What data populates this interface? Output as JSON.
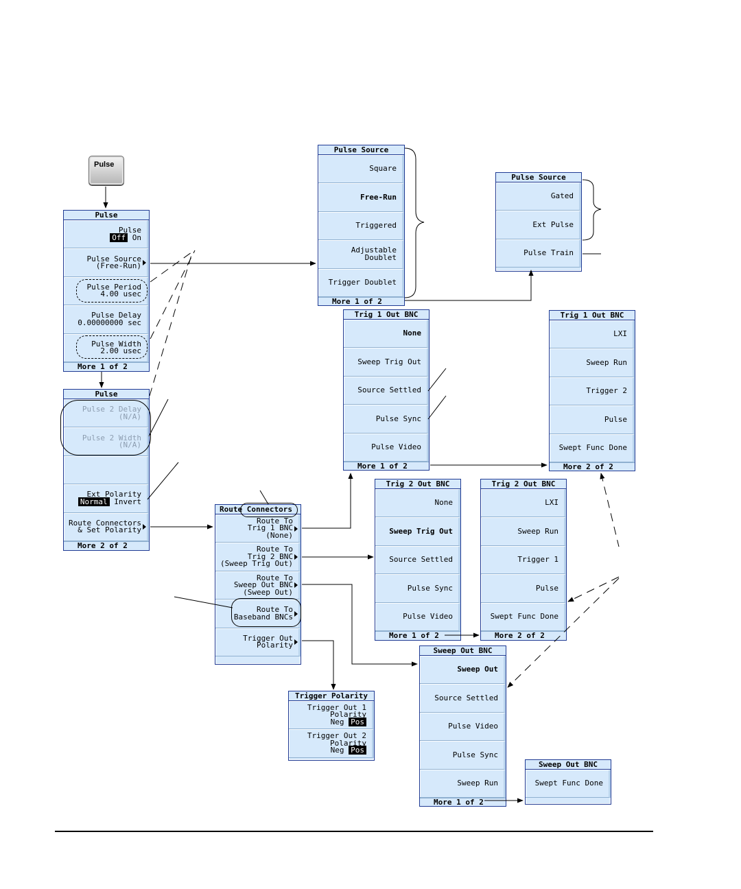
{
  "hardware_key": {
    "label": "Pulse"
  },
  "menus": {
    "pulse1": {
      "title": "Pulse",
      "keys": [
        {
          "lines": [
            "Pulse"
          ],
          "toggle": [
            "Off",
            "On"
          ],
          "selected": 0
        },
        {
          "lines": [
            "Pulse Source",
            "(Free-Run)"
          ],
          "arrow": true
        },
        {
          "lines": [
            "Pulse Period",
            "4.00 usec"
          ]
        },
        {
          "lines": [
            "Pulse Delay",
            "0.00000000  sec"
          ]
        },
        {
          "lines": [
            "Pulse Width",
            "2.00 usec"
          ]
        }
      ],
      "more": "More 1 of 2"
    },
    "pulse2": {
      "title": "Pulse",
      "keys": [
        {
          "lines": [
            "Pulse 2 Delay",
            "(N/A)"
          ],
          "dim": true
        },
        {
          "lines": [
            "Pulse 2 Width",
            "(N/A)"
          ],
          "dim": true
        },
        {
          "lines": []
        },
        {
          "lines": [
            "Ext Polarity"
          ],
          "toggle": [
            "Normal",
            "Invert"
          ],
          "selected": 0
        },
        {
          "lines": [
            "Route Connectors",
            "& Set Polarity"
          ],
          "arrow": true
        }
      ],
      "more": "More 2 of 2"
    },
    "route": {
      "title": "Route Connectors",
      "keys": [
        {
          "lines": [
            "Route To",
            "Trig 1 BNC",
            "(None)"
          ],
          "arrow": true
        },
        {
          "lines": [
            "Route To",
            "Trig 2 BNC",
            "(Sweep Trig Out)"
          ],
          "arrow": true
        },
        {
          "lines": [
            "Route To",
            "Sweep Out BNC",
            "(Sweep Out)"
          ],
          "arrow": true
        },
        {
          "lines": [
            "Route To",
            "Baseband BNCs"
          ],
          "arrow": true
        },
        {
          "lines": [
            "Trigger Out",
            "Polarity"
          ],
          "arrow": true
        }
      ],
      "more": ""
    },
    "trigpol": {
      "title": "Trigger Polarity",
      "keys": [
        {
          "lines": [
            "Trigger Out 1",
            "Polarity"
          ],
          "toggle": [
            "Neg",
            "Pos"
          ],
          "selected": 1
        },
        {
          "lines": [
            "Trigger Out 2",
            "Polarity"
          ],
          "toggle": [
            "Neg",
            "Pos"
          ],
          "selected": 1
        }
      ],
      "more": ""
    },
    "source1": {
      "title": "Pulse Source",
      "keys": [
        {
          "lines": [
            "Square"
          ]
        },
        {
          "lines": [
            "Free-Run"
          ],
          "bold": true
        },
        {
          "lines": [
            "Triggered"
          ]
        },
        {
          "lines": [
            "Adjustable",
            "Doublet"
          ]
        },
        {
          "lines": [
            "Trigger Doublet"
          ]
        }
      ],
      "more": "More 1 of 2"
    },
    "source2": {
      "title": "Pulse Source",
      "keys": [
        {
          "lines": [
            "Gated"
          ]
        },
        {
          "lines": [
            "Ext Pulse"
          ]
        },
        {
          "lines": [
            "Pulse Train"
          ]
        }
      ],
      "more": ""
    },
    "trig1a": {
      "title": "Trig 1 Out BNC",
      "keys": [
        {
          "lines": [
            "None"
          ],
          "bold": true
        },
        {
          "lines": [
            "Sweep Trig Out"
          ]
        },
        {
          "lines": [
            "Source Settled"
          ]
        },
        {
          "lines": [
            "Pulse Sync"
          ]
        },
        {
          "lines": [
            "Pulse Video"
          ]
        }
      ],
      "more": "More 1 of 2"
    },
    "trig1b": {
      "title": "Trig 1 Out BNC",
      "keys": [
        {
          "lines": [
            "LXI"
          ]
        },
        {
          "lines": [
            "Sweep Run"
          ]
        },
        {
          "lines": [
            "Trigger 2"
          ]
        },
        {
          "lines": [
            "Pulse"
          ]
        },
        {
          "lines": [
            "Swept Func Done"
          ]
        }
      ],
      "more": "More 2 of 2"
    },
    "trig2a": {
      "title": "Trig 2 Out BNC",
      "keys": [
        {
          "lines": [
            "None"
          ]
        },
        {
          "lines": [
            "Sweep Trig Out"
          ],
          "bold": true
        },
        {
          "lines": [
            "Source Settled"
          ]
        },
        {
          "lines": [
            "Pulse Sync"
          ]
        },
        {
          "lines": [
            "Pulse Video"
          ]
        }
      ],
      "more": "More 1 of 2"
    },
    "trig2b": {
      "title": "Trig 2 Out BNC",
      "keys": [
        {
          "lines": [
            "LXI"
          ]
        },
        {
          "lines": [
            "Sweep Run"
          ]
        },
        {
          "lines": [
            "Trigger 1"
          ]
        },
        {
          "lines": [
            "Pulse"
          ]
        },
        {
          "lines": [
            "Swept Func Done"
          ]
        }
      ],
      "more": "More 2 of 2"
    },
    "sweepa": {
      "title": "Sweep Out BNC",
      "keys": [
        {
          "lines": [
            "Sweep Out"
          ],
          "bold": true
        },
        {
          "lines": [
            "Source Settled"
          ]
        },
        {
          "lines": [
            "Pulse Video"
          ]
        },
        {
          "lines": [
            "Pulse Sync"
          ]
        },
        {
          "lines": [
            "Sweep Run"
          ]
        }
      ],
      "more": "More 1 of 2"
    },
    "sweepb": {
      "title": "Sweep Out BNC",
      "keys": [
        {
          "lines": [
            "Swept Func Done"
          ]
        }
      ],
      "more": ""
    }
  },
  "colors": {
    "softkey_fill": "#d6e9fb",
    "softkey_border": "#1f3a93",
    "selection": "#000000"
  }
}
